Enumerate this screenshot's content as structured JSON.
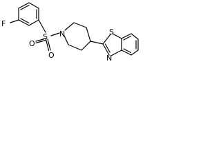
{
  "structure": {
    "atoms": {
      "fluorine": "F",
      "sulfur": "S",
      "oxygen_top": "O",
      "oxygen_bottom": "O",
      "piperidine_nitrogen": "N",
      "thiazole_sulfur": "S",
      "thiazole_nitrogen": "N"
    },
    "colors": {
      "bond": "#000000",
      "label": "#000000",
      "background": "#ffffff"
    }
  }
}
